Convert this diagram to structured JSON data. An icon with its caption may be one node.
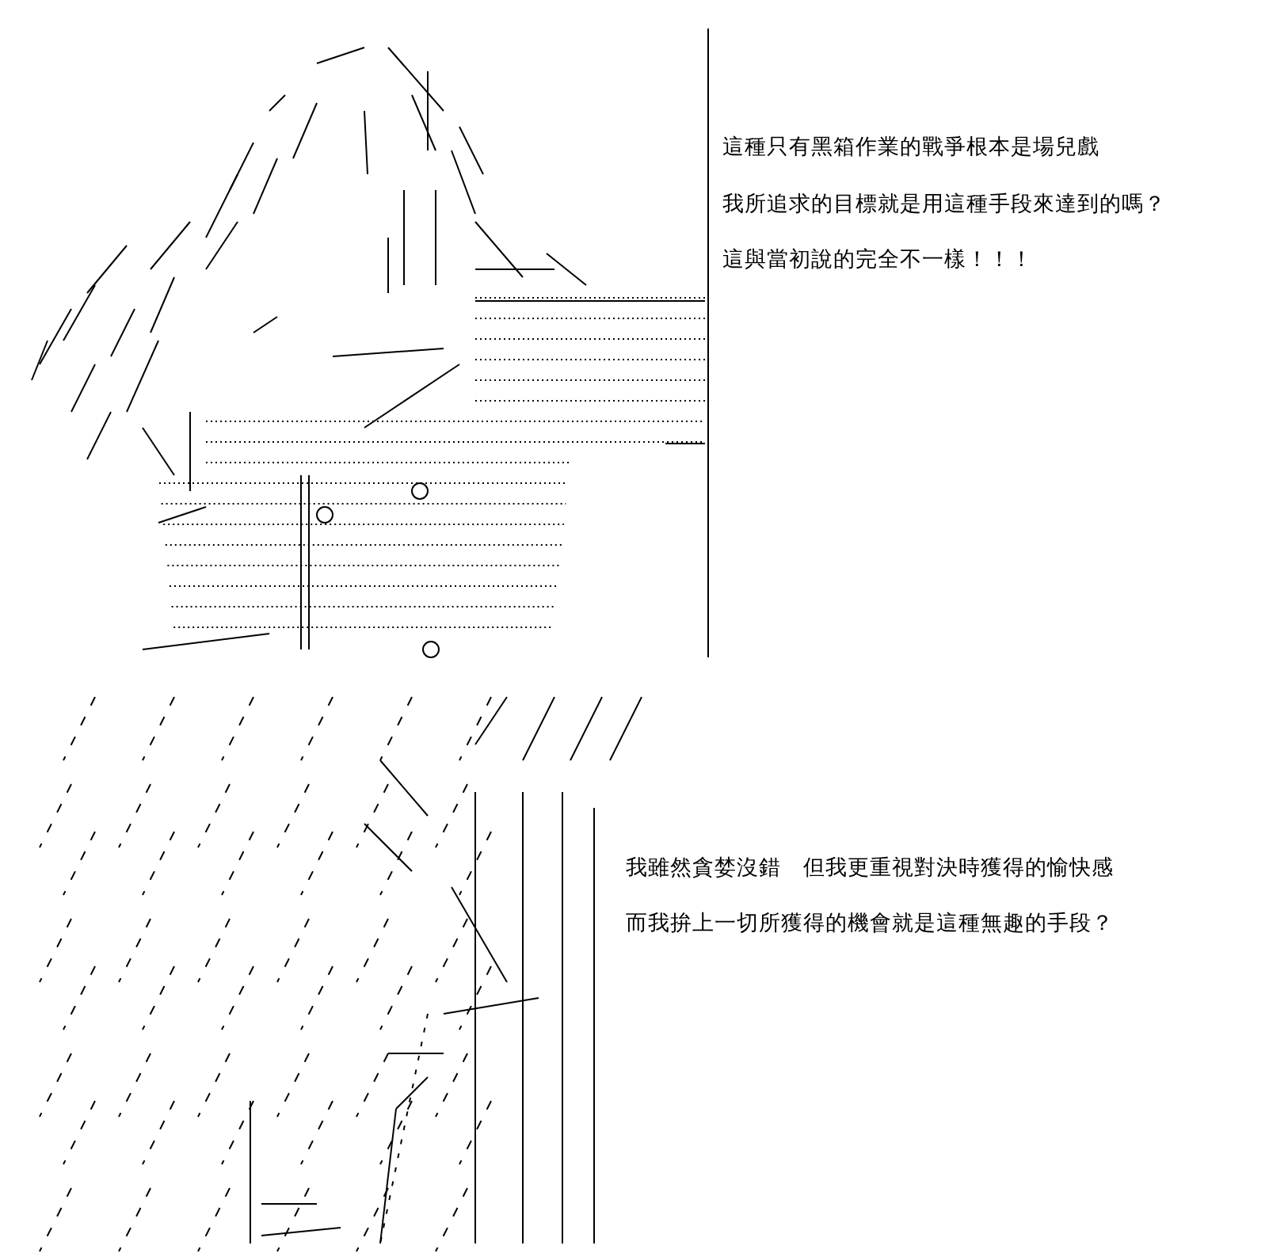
{
  "diagram": {
    "labels": [
      "這種只有黑箱作業的戰爭根本是場兒戲",
      "我所追求的目標就是用這種手段來達到的嗎？",
      "這與當初說的完全不一樣！！！",
      "我雖然貪婪沒錯　但我更重視對決時獲得的愉快感",
      "而我拚上一切所獲得的機會就是這種無趣的手段？"
    ]
  }
}
